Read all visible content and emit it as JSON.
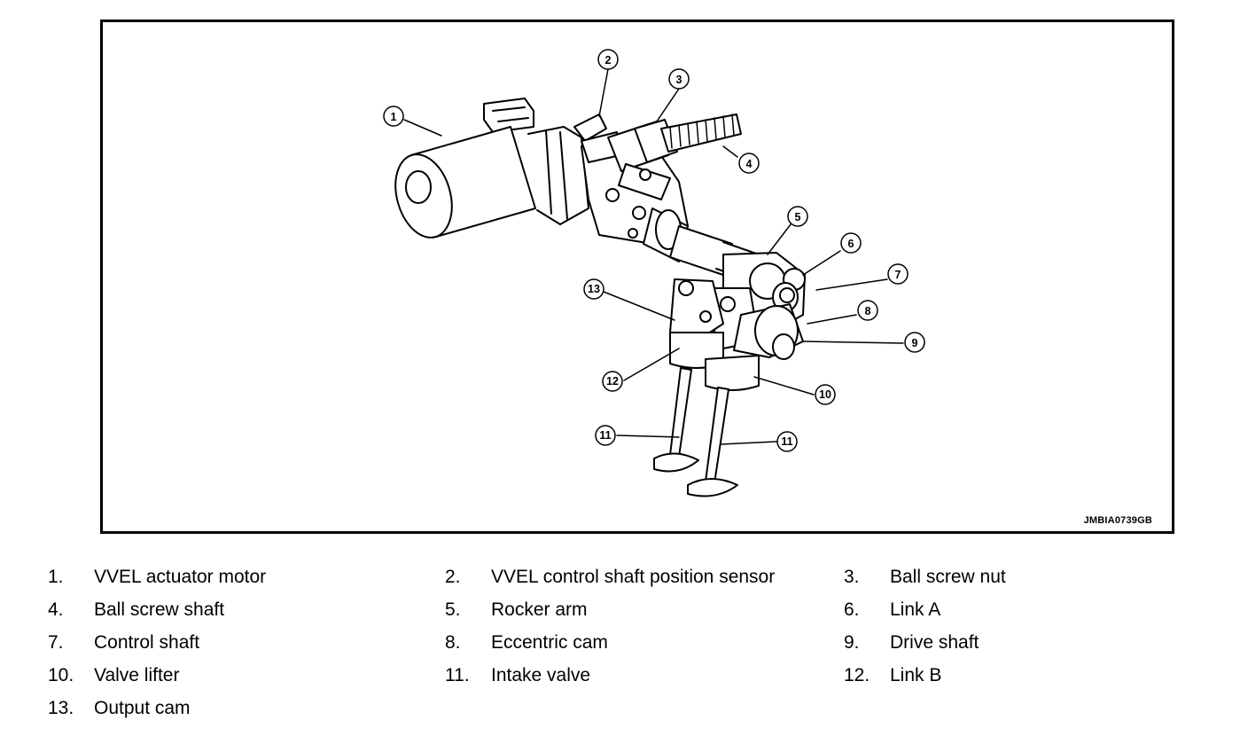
{
  "figure_id": "JMBIA0739GB",
  "callouts": [
    "1",
    "2",
    "3",
    "4",
    "5",
    "6",
    "7",
    "8",
    "9",
    "10",
    "11",
    "11",
    "12",
    "13"
  ],
  "legend": [
    {
      "num": "1.",
      "label": "VVEL actuator motor"
    },
    {
      "num": "2.",
      "label": "VVEL control shaft position sensor"
    },
    {
      "num": "3.",
      "label": "Ball screw nut"
    },
    {
      "num": "4.",
      "label": "Ball screw shaft"
    },
    {
      "num": "5.",
      "label": "Rocker arm"
    },
    {
      "num": "6.",
      "label": "Link A"
    },
    {
      "num": "7.",
      "label": "Control shaft"
    },
    {
      "num": "8.",
      "label": "Eccentric cam"
    },
    {
      "num": "9.",
      "label": "Drive shaft"
    },
    {
      "num": "10.",
      "label": "Valve lifter"
    },
    {
      "num": "11.",
      "label": "Intake valve"
    },
    {
      "num": "12.",
      "label": "Link B"
    },
    {
      "num": "13.",
      "label": "Output cam"
    }
  ]
}
